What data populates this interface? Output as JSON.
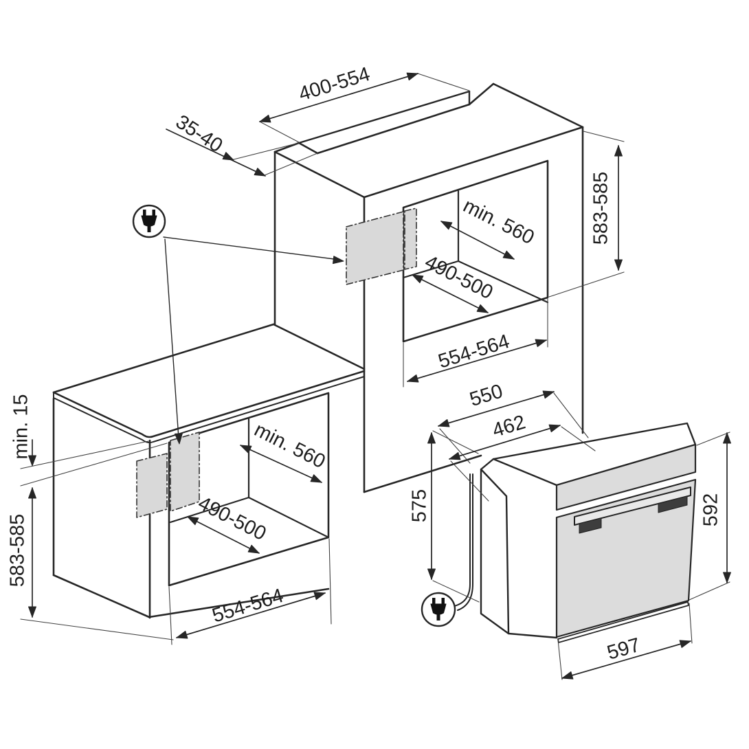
{
  "title": "Built-in oven installation dimensions diagram",
  "colors": {
    "background": "#ffffff",
    "line": "#262626",
    "thin_line": "#3f3f3f",
    "electrical_area_fill": "#d9d9d9",
    "oven_front_fill": "#dcdcdc",
    "handle_fill": "#3d3d3d"
  },
  "icons": {
    "plug": "power-plug-icon"
  },
  "dims": {
    "top_recess_width": "400-554",
    "top_front_strip": "35-40",
    "niche_depth": "min. 560",
    "niche_lower_width": "490-500",
    "niche_width": "554-564",
    "niche_height": "583-585",
    "worktop_clearance": "min. 15",
    "oven_depth": "550",
    "oven_depth_front": "462",
    "oven_height_back": "575",
    "oven_height_front": "592",
    "oven_width": "597"
  }
}
